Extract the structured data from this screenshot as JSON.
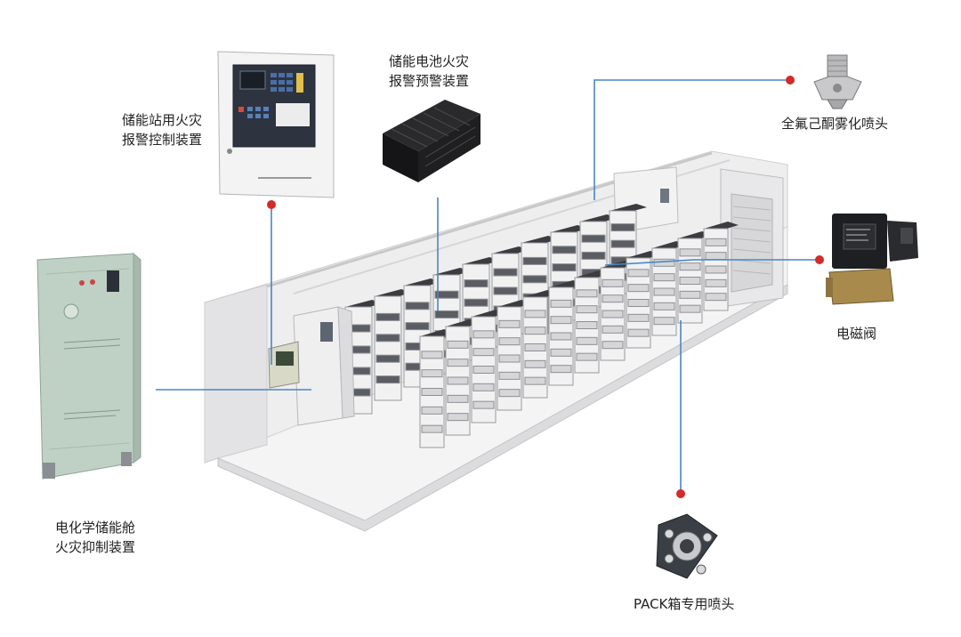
{
  "labels": {
    "station_controller": [
      "储能站用火灾",
      "报警控制装置"
    ],
    "battery_warning": [
      "储能电池火灾",
      "报警预警装置"
    ],
    "nozzle": "全氟己酮雾化喷头",
    "solenoid_valve": "电磁阀",
    "suppression_device": [
      "电化学储能舱",
      "火灾抑制装置"
    ],
    "pack_nozzle": "PACK箱专用喷头"
  },
  "colors": {
    "leader_line": "#4a86c5",
    "marker_dot": "#d42a2a",
    "cabinet_green": "#bfd0c4",
    "panel_gray": "#e9e9ea"
  }
}
